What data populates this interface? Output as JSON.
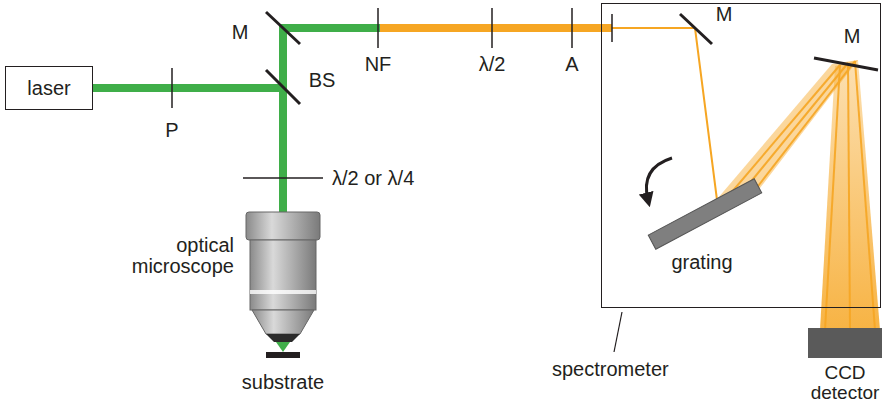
{
  "diagram": {
    "nodes": [
      {
        "text": [
          "laser"
        ]
      },
      {
        "text": [
          "spectrometer"
        ]
      },
      {
        "text": [
          "CCD detector"
        ]
      }
    ],
    "labels": [
      "P",
      "M",
      "BS",
      "NF",
      "λ/2",
      "A",
      "λ/2 or λ/4",
      "optical microscope",
      "substrate",
      "M",
      "M",
      "grating"
    ]
  }
}
